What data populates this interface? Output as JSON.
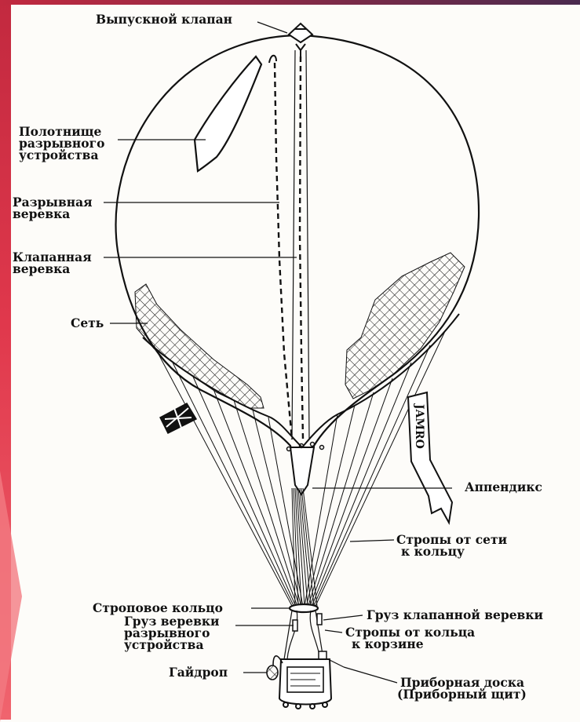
{
  "labels": {
    "valve": "Выпускной клапан",
    "rip_panel": [
      "Полотнище",
      "разрывного",
      "устройства"
    ],
    "rip_rope": [
      "Разрывная",
      "веревка"
    ],
    "valve_rope": [
      "Клапанная",
      "веревка"
    ],
    "net": "Сеть",
    "appendix": "Аппендикс",
    "net_lines": [
      "Стропы от сети",
      "к кольцу"
    ],
    "load_ring": "Строповое кольцо",
    "valve_rope_weight": "Груз клапанной веревки",
    "rip_weight": [
      "Груз веревки",
      "разрывного",
      "устройства"
    ],
    "ring_to_basket": [
      "Стропы от кольца",
      "к корзине"
    ],
    "guide_rope": "Гайдроп",
    "instrument_panel": [
      "Приборная доска",
      "(Приборный щит)"
    ]
  },
  "streamer_text": "JAMRO",
  "colors": {
    "ink": "#111111",
    "paper": "#fdfcf9",
    "frame": "#d8324a"
  }
}
